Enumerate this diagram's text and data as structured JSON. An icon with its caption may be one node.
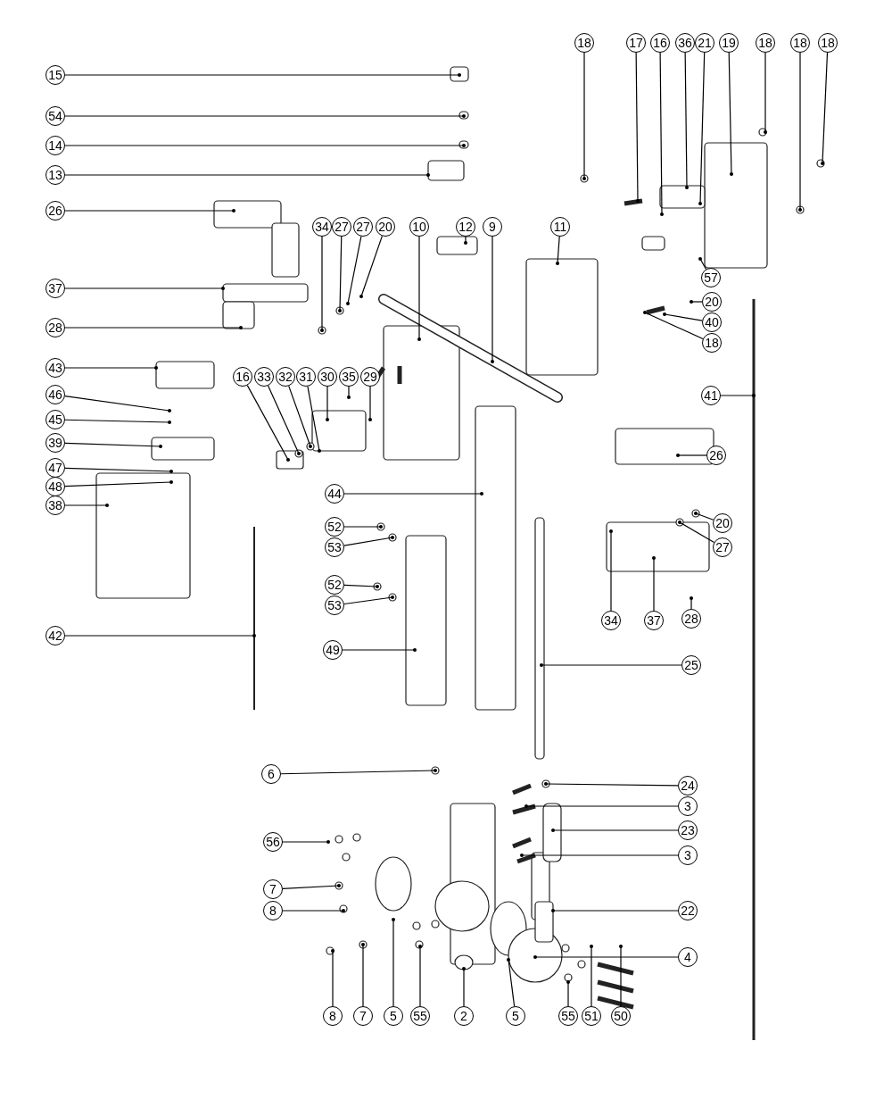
{
  "diagram": {
    "nodes": [
      {
        "text": [
          "18"
        ]
      },
      {
        "text": [
          "17"
        ]
      },
      {
        "text": [
          "16"
        ]
      },
      {
        "text": [
          "36"
        ]
      },
      {
        "text": [
          "21"
        ]
      },
      {
        "text": [
          "19"
        ]
      },
      {
        "text": [
          "18"
        ]
      },
      {
        "text": [
          "18"
        ]
      },
      {
        "text": [
          "18"
        ]
      },
      {
        "text": [
          "15"
        ]
      },
      {
        "text": [
          "54"
        ]
      },
      {
        "text": [
          "14"
        ]
      },
      {
        "text": [
          "13"
        ]
      },
      {
        "text": [
          "26"
        ]
      },
      {
        "text": [
          "37"
        ]
      },
      {
        "text": [
          "28"
        ]
      },
      {
        "text": [
          "43"
        ]
      },
      {
        "text": [
          "46"
        ]
      },
      {
        "text": [
          "45"
        ]
      },
      {
        "text": [
          "39"
        ]
      },
      {
        "text": [
          "47"
        ]
      },
      {
        "text": [
          "48"
        ]
      },
      {
        "text": [
          "38"
        ]
      },
      {
        "text": [
          "42"
        ]
      },
      {
        "text": [
          "34"
        ]
      },
      {
        "text": [
          "27"
        ]
      },
      {
        "text": [
          "27"
        ]
      },
      {
        "text": [
          "20"
        ]
      },
      {
        "text": [
          "10"
        ]
      },
      {
        "text": [
          "12"
        ]
      },
      {
        "text": [
          "9"
        ]
      },
      {
        "text": [
          "11"
        ]
      },
      {
        "text": [
          "57"
        ]
      },
      {
        "text": [
          "20"
        ]
      },
      {
        "text": [
          "40"
        ]
      },
      {
        "text": [
          "18"
        ]
      },
      {
        "text": [
          "41"
        ]
      },
      {
        "text": [
          "26"
        ]
      },
      {
        "text": [
          "20"
        ]
      },
      {
        "text": [
          "27"
        ]
      },
      {
        "text": [
          "34"
        ]
      },
      {
        "text": [
          "37"
        ]
      },
      {
        "text": [
          "28"
        ]
      },
      {
        "text": [
          "16"
        ]
      },
      {
        "text": [
          "33"
        ]
      },
      {
        "text": [
          "32"
        ]
      },
      {
        "text": [
          "31"
        ]
      },
      {
        "text": [
          "30"
        ]
      },
      {
        "text": [
          "35"
        ]
      },
      {
        "text": [
          "29"
        ]
      },
      {
        "text": [
          "44"
        ]
      },
      {
        "text": [
          "52"
        ]
      },
      {
        "text": [
          "53"
        ]
      },
      {
        "text": [
          "52"
        ]
      },
      {
        "text": [
          "53"
        ]
      },
      {
        "text": [
          "49"
        ]
      },
      {
        "text": [
          "25"
        ]
      },
      {
        "text": [
          "6"
        ]
      },
      {
        "text": [
          "24"
        ]
      },
      {
        "text": [
          "3"
        ]
      },
      {
        "text": [
          "23"
        ]
      },
      {
        "text": [
          "3"
        ]
      },
      {
        "text": [
          "56"
        ]
      },
      {
        "text": [
          "7"
        ]
      },
      {
        "text": [
          "8"
        ]
      },
      {
        "text": [
          "22"
        ]
      },
      {
        "text": [
          "4"
        ]
      },
      {
        "text": [
          "8"
        ]
      },
      {
        "text": [
          "7"
        ]
      },
      {
        "text": [
          "5"
        ]
      },
      {
        "text": [
          "55"
        ]
      },
      {
        "text": [
          "2"
        ]
      },
      {
        "text": [
          "5"
        ]
      },
      {
        "text": [
          "55"
        ]
      },
      {
        "text": [
          "51"
        ]
      },
      {
        "text": [
          "50"
        ]
      }
    ],
    "edges": [
      {
        "from": 0,
        "to": null,
        "arrow": "other"
      },
      {
        "from": 1,
        "to": null,
        "arrow": "other"
      },
      {
        "from": 2,
        "to": null,
        "arrow": "other"
      },
      {
        "from": 3,
        "to": null,
        "arrow": "other"
      },
      {
        "from": 4,
        "to": null,
        "arrow": "other"
      },
      {
        "from": 5,
        "to": null,
        "arrow": "other"
      },
      {
        "from": 6,
        "to": null,
        "arrow": "other"
      },
      {
        "from": 7,
        "to": null,
        "arrow": "other"
      },
      {
        "from": 8,
        "to": null,
        "arrow": "other"
      },
      {
        "from": 9,
        "to": null,
        "arrow": "other"
      },
      {
        "from": 10,
        "to": null,
        "arrow": "other"
      },
      {
        "from": 11,
        "to": null,
        "arrow": "other"
      },
      {
        "from": 12,
        "to": null,
        "arrow": "other"
      },
      {
        "from": 13,
        "to": null,
        "arrow": "other"
      },
      {
        "from": 14,
        "to": null,
        "arrow": "other"
      },
      {
        "from": 15,
        "to": null,
        "arrow": "other"
      },
      {
        "from": 16,
        "to": null,
        "arrow": "other"
      },
      {
        "from": 17,
        "to": null,
        "arrow": "other"
      },
      {
        "from": 18,
        "to": null,
        "arrow": "other"
      },
      {
        "from": 19,
        "to": null,
        "arrow": "other"
      },
      {
        "from": 20,
        "to": null,
        "arrow": "other"
      },
      {
        "from": 21,
        "to": null,
        "arrow": "other"
      },
      {
        "from": 22,
        "to": null,
        "arrow": "other"
      },
      {
        "from": 23,
        "to": null,
        "arrow": "other"
      },
      {
        "from": 24,
        "to": null,
        "arrow": "other"
      },
      {
        "from": 25,
        "to": null,
        "arrow": "other"
      },
      {
        "from": 26,
        "to": null,
        "arrow": "other"
      },
      {
        "from": 27,
        "to": null,
        "arrow": "other"
      },
      {
        "from": 28,
        "to": null,
        "arrow": "other"
      },
      {
        "from": 29,
        "to": null,
        "arrow": "other"
      },
      {
        "from": 30,
        "to": null,
        "arrow": "other"
      },
      {
        "from": 31,
        "to": null,
        "arrow": "other"
      },
      {
        "from": 32,
        "to": null,
        "arrow": "other"
      },
      {
        "from": 33,
        "to": null,
        "arrow": "other"
      },
      {
        "from": 34,
        "to": null,
        "arrow": "other"
      },
      {
        "from": 35,
        "to": null,
        "arrow": "other"
      },
      {
        "from": 36,
        "to": null,
        "arrow": "other"
      },
      {
        "from": 37,
        "to": null,
        "arrow": "other"
      },
      {
        "from": 38,
        "to": null,
        "arrow": "other"
      },
      {
        "from": 39,
        "to": null,
        "arrow": "other"
      },
      {
        "from": 40,
        "to": null,
        "arrow": "other"
      },
      {
        "from": 41,
        "to": null,
        "arrow": "other"
      },
      {
        "from": 42,
        "to": null,
        "arrow": "other"
      },
      {
        "from": 43,
        "to": null,
        "arrow": "other"
      },
      {
        "from": 44,
        "to": null,
        "arrow": "other"
      },
      {
        "from": 45,
        "to": null,
        "arrow": "other"
      },
      {
        "from": 46,
        "to": null,
        "arrow": "other"
      },
      {
        "from": 47,
        "to": null,
        "arrow": "other"
      },
      {
        "from": 48,
        "to": null,
        "arrow": "other"
      },
      {
        "from": 49,
        "to": null,
        "arrow": "other"
      },
      {
        "from": 50,
        "to": null,
        "arrow": "other"
      },
      {
        "from": 51,
        "to": null,
        "arrow": "other"
      },
      {
        "from": 52,
        "to": null,
        "arrow": "other"
      },
      {
        "from": 53,
        "to": null,
        "arrow": "other"
      },
      {
        "from": 54,
        "to": null,
        "arrow": "other"
      },
      {
        "from": 55,
        "to": null,
        "arrow": "other"
      },
      {
        "from": 56,
        "to": null,
        "arrow": "other"
      },
      {
        "from": 57,
        "to": null,
        "arrow": "other"
      },
      {
        "from": 58,
        "to": null,
        "arrow": "other"
      },
      {
        "from": 59,
        "to": null,
        "arrow": "other"
      },
      {
        "from": 60,
        "to": null,
        "arrow": "other"
      },
      {
        "from": 61,
        "to": null,
        "arrow": "other"
      },
      {
        "from": 62,
        "to": null,
        "arrow": "other"
      },
      {
        "from": 63,
        "to": null,
        "arrow": "other"
      },
      {
        "from": 64,
        "to": null,
        "arrow": "other"
      },
      {
        "from": 65,
        "to": null,
        "arrow": "other"
      },
      {
        "from": 66,
        "to": null,
        "arrow": "other"
      },
      {
        "from": 67,
        "to": null,
        "arrow": "other"
      },
      {
        "from": 68,
        "to": null,
        "arrow": "other"
      },
      {
        "from": 69,
        "to": null,
        "arrow": "other"
      },
      {
        "from": 70,
        "to": null,
        "arrow": "other"
      },
      {
        "from": 71,
        "to": null,
        "arrow": "other"
      },
      {
        "from": 72,
        "to": null,
        "arrow": "other"
      },
      {
        "from": 73,
        "to": null,
        "arrow": "other"
      },
      {
        "from": 74,
        "to": null,
        "arrow": "other"
      },
      {
        "from": 75,
        "to": null,
        "arrow": "other"
      }
    ]
  }
}
